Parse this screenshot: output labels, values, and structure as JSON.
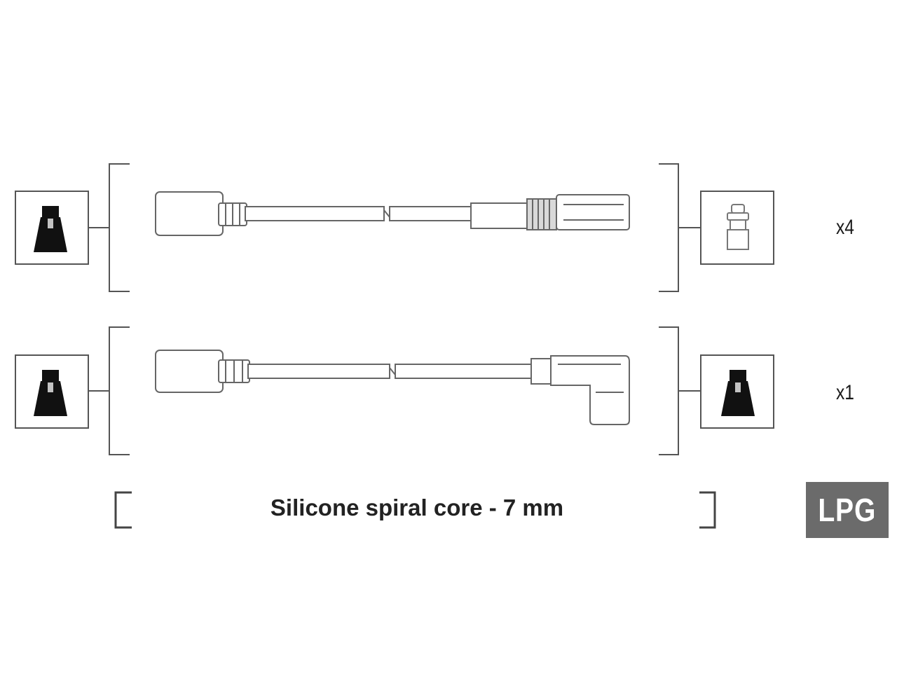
{
  "quantities": {
    "top": "x4",
    "bottom": "x1"
  },
  "spec": {
    "text": "Silicone spiral core - 7 mm"
  },
  "badge": {
    "label": "LPG",
    "color": "#6b6b6b"
  },
  "icons": {
    "top_left": "spark-plug-boot-icon",
    "top_right": "distributor-terminal-icon",
    "bottom_left": "spark-plug-boot-icon",
    "bottom_right": "spark-plug-boot-icon"
  }
}
